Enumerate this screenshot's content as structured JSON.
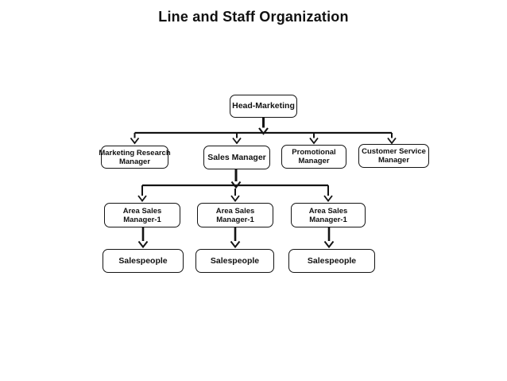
{
  "title": "Line and Staff Organization",
  "diagram": {
    "type": "org-chart",
    "nodes": [
      {
        "id": "head-marketing",
        "label": "Head-Marketing",
        "lines": [
          "Head-Marketing"
        ],
        "level": 1,
        "reports_to": null
      },
      {
        "id": "marketing-research-manager",
        "label": "Marketing Research Manager",
        "lines": [
          "Marketing Research",
          "Manager"
        ],
        "level": 2,
        "reports_to": "head-marketing"
      },
      {
        "id": "sales-manager",
        "label": "Sales Manager",
        "lines": [
          "Sales Manager"
        ],
        "level": 2,
        "reports_to": "head-marketing"
      },
      {
        "id": "promotional-manager",
        "label": "Promotional Manager",
        "lines": [
          "Promotional",
          "Manager"
        ],
        "level": 2,
        "reports_to": "head-marketing"
      },
      {
        "id": "customer-service-manager",
        "label": "Customer Service Manager",
        "lines": [
          "Customer Service",
          "Manager"
        ],
        "level": 2,
        "reports_to": "head-marketing"
      },
      {
        "id": "area-sales-manager-1-left",
        "label": "Area Sales Manager-1",
        "lines": [
          "Area Sales",
          "Manager-1"
        ],
        "level": 3,
        "reports_to": "sales-manager"
      },
      {
        "id": "area-sales-manager-1-center",
        "label": "Area Sales Manager-1",
        "lines": [
          "Area Sales",
          "Manager-1"
        ],
        "level": 3,
        "reports_to": "sales-manager"
      },
      {
        "id": "area-sales-manager-1-right",
        "label": "Area Sales Manager-1",
        "lines": [
          "Area Sales",
          "Manager-1"
        ],
        "level": 3,
        "reports_to": "sales-manager"
      },
      {
        "id": "salespeople-left",
        "label": "Salespeople",
        "lines": [
          "Salespeople"
        ],
        "level": 4,
        "reports_to": "area-sales-manager-1-left"
      },
      {
        "id": "salespeople-center",
        "label": "Salespeople",
        "lines": [
          "Salespeople"
        ],
        "level": 4,
        "reports_to": "area-sales-manager-1-center"
      },
      {
        "id": "salespeople-right",
        "label": "Salespeople",
        "lines": [
          "Salespeople"
        ],
        "level": 4,
        "reports_to": "area-sales-manager-1-right"
      }
    ],
    "edges": [
      {
        "from": "head-marketing",
        "to": "marketing-research-manager"
      },
      {
        "from": "head-marketing",
        "to": "sales-manager"
      },
      {
        "from": "head-marketing",
        "to": "promotional-manager"
      },
      {
        "from": "head-marketing",
        "to": "customer-service-manager"
      },
      {
        "from": "sales-manager",
        "to": "area-sales-manager-1-left"
      },
      {
        "from": "sales-manager",
        "to": "area-sales-manager-1-center"
      },
      {
        "from": "sales-manager",
        "to": "area-sales-manager-1-right"
      },
      {
        "from": "area-sales-manager-1-left",
        "to": "salespeople-left"
      },
      {
        "from": "area-sales-manager-1-center",
        "to": "salespeople-center"
      },
      {
        "from": "area-sales-manager-1-right",
        "to": "salespeople-right"
      }
    ],
    "colors": {
      "box_fill": "#ffffff",
      "box_border": "#141414",
      "line": "#141414",
      "text": "#111111",
      "background": "#ffffff"
    }
  }
}
